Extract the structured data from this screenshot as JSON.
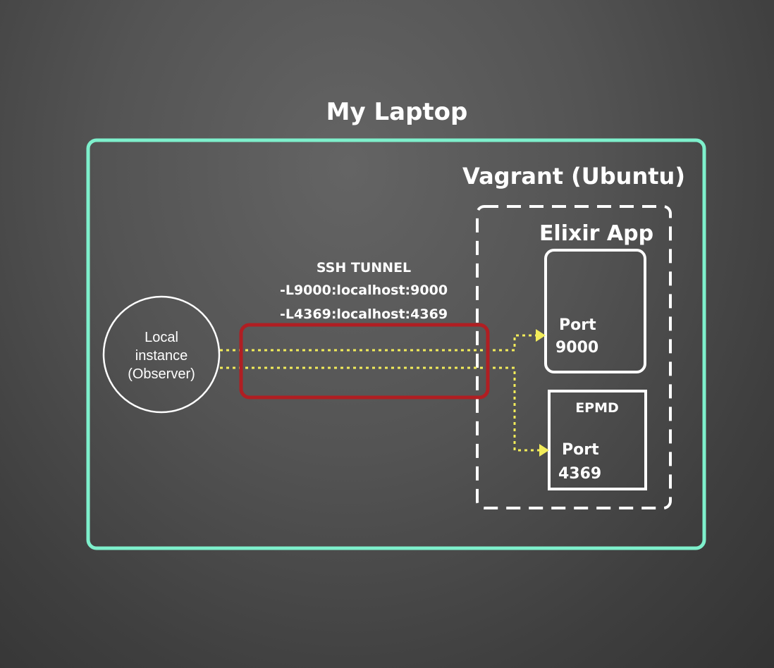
{
  "title": "My Laptop",
  "vagrant": {
    "label": "Vagrant (Ubuntu)",
    "app_label": "Elixir App"
  },
  "local_instance": {
    "line1": "Local",
    "line2": "instance",
    "line3": "(Observer)"
  },
  "ssh": {
    "title": "SSH TUNNEL",
    "forward1": "-L9000:localhost:9000",
    "forward2": "-L4369:localhost:4369"
  },
  "port_9000": {
    "label": "Port",
    "number": "9000"
  },
  "epmd": {
    "title": "EPMD",
    "label": "Port",
    "number": "4369"
  },
  "colors": {
    "laptop_border": "#7ef0cc",
    "tunnel_border": "#b01e22",
    "arrow": "#f2ec5a",
    "white": "#ffffff"
  }
}
